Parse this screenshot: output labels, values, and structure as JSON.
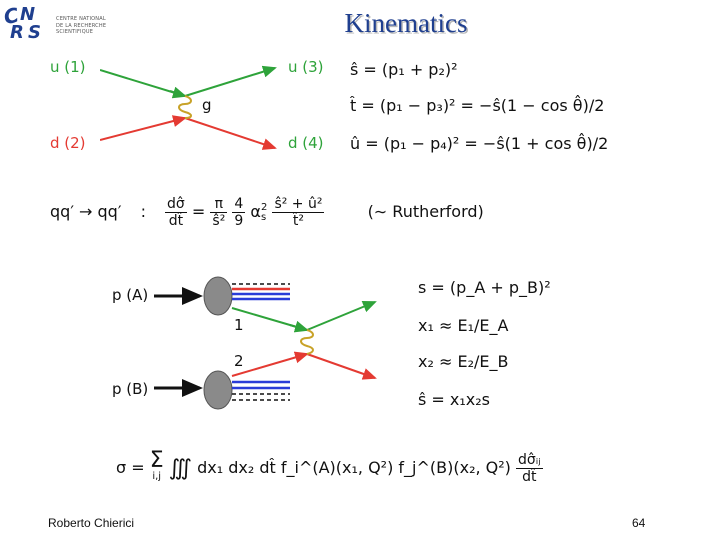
{
  "logo": {
    "letters": "CNRS",
    "lines": [
      "CENTRE NATIONAL",
      "DE LA RECHERCHE",
      "SCIENTIFIQUE"
    ],
    "color": "#1f3f8f"
  },
  "title": "Kinematics",
  "diagram1": {
    "in_top": "u (1)",
    "in_bottom": "d (2)",
    "out_top": "u (3)",
    "out_bottom": "d (4)",
    "gluon": "g"
  },
  "mandelstam": {
    "s": "ŝ = (p₁ + p₂)²",
    "t": "t̂ = (p₁ − p₃)² = −ŝ(1 − cos θ̂)/2",
    "u": "û = (p₁ − p₄)² = −ŝ(1 + cos θ̂)/2"
  },
  "rutherford": {
    "process": "qq′ → qq′",
    "colon": ":",
    "lhs_num": "dσ̂",
    "lhs_den": "dt̂",
    "eq": "=",
    "pi_num": "π",
    "pi_den": "ŝ²",
    "c_num": "4",
    "c_den": "9",
    "alpha": "α",
    "alpha_sup": "2",
    "alpha_sub": "s",
    "su_num": "ŝ² + û²",
    "su_den": "t̂²",
    "note": "(∼ Rutherford)"
  },
  "diagram2": {
    "pA": "p (A)",
    "pB": "p (B)",
    "n1": "1",
    "n2": "2"
  },
  "hadronic": {
    "s": "s = (p_A + p_B)²",
    "x1": "x₁ ≈ E₁/E_A",
    "x2": "x₂ ≈ E₂/E_B",
    "shat": "ŝ = x₁x₂s"
  },
  "sigma": {
    "lhs": "σ =",
    "sum": "Σ",
    "sum_sub": "i,j",
    "integrals": "∭",
    "measure": "dx₁ dx₂ dt̂",
    "fA": "f_i^(A)(x₁, Q²) f_j^(B)(x₂, Q²)",
    "xs_num": "dσ̂ᵢⱼ",
    "xs_den": "dt̂"
  },
  "footer": {
    "author": "Roberto Chierici",
    "page": "64"
  },
  "colors": {
    "green": "#2ea33a",
    "red": "#e43a32",
    "blue": "#2a3cd8",
    "gluon": "#c8a228",
    "blob": "#8a8a8a"
  }
}
